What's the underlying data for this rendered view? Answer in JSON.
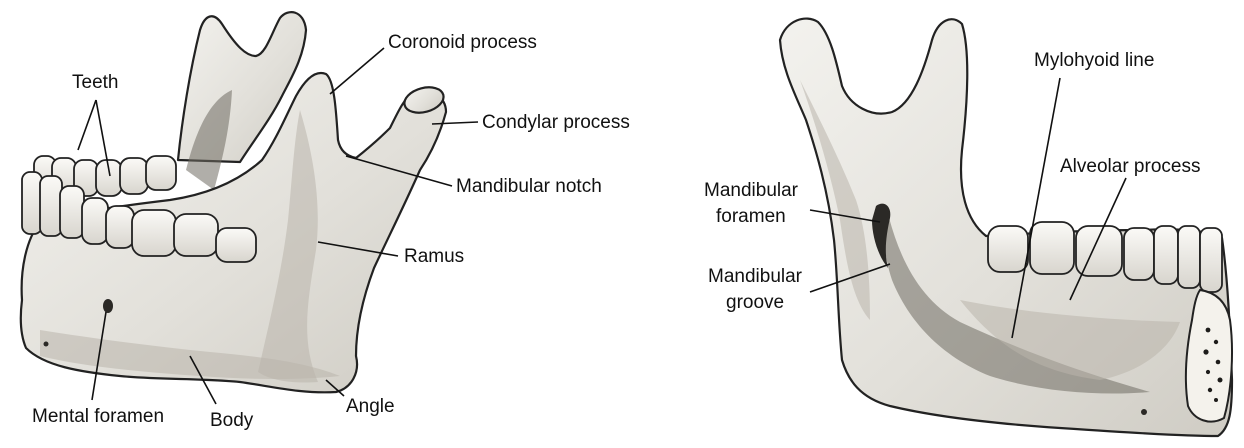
{
  "figure": {
    "lateral_view": {
      "labels": {
        "teeth": "Teeth",
        "coronoid_process": "Coronoid process",
        "condylar_process": "Condylar process",
        "mandibular_notch": "Mandibular notch",
        "ramus": "Ramus",
        "mental_foramen": "Mental foramen",
        "body": "Body",
        "angle": "Angle"
      }
    },
    "medial_view": {
      "labels": {
        "mylohyoid_line": "Mylohyoid line",
        "alveolar_process": "Alveolar process",
        "mandibular_foramen_line1": "Mandibular",
        "mandibular_foramen_line2": "foramen",
        "mandibular_groove_line1": "Mandibular",
        "mandibular_groove_line2": "groove"
      }
    }
  }
}
